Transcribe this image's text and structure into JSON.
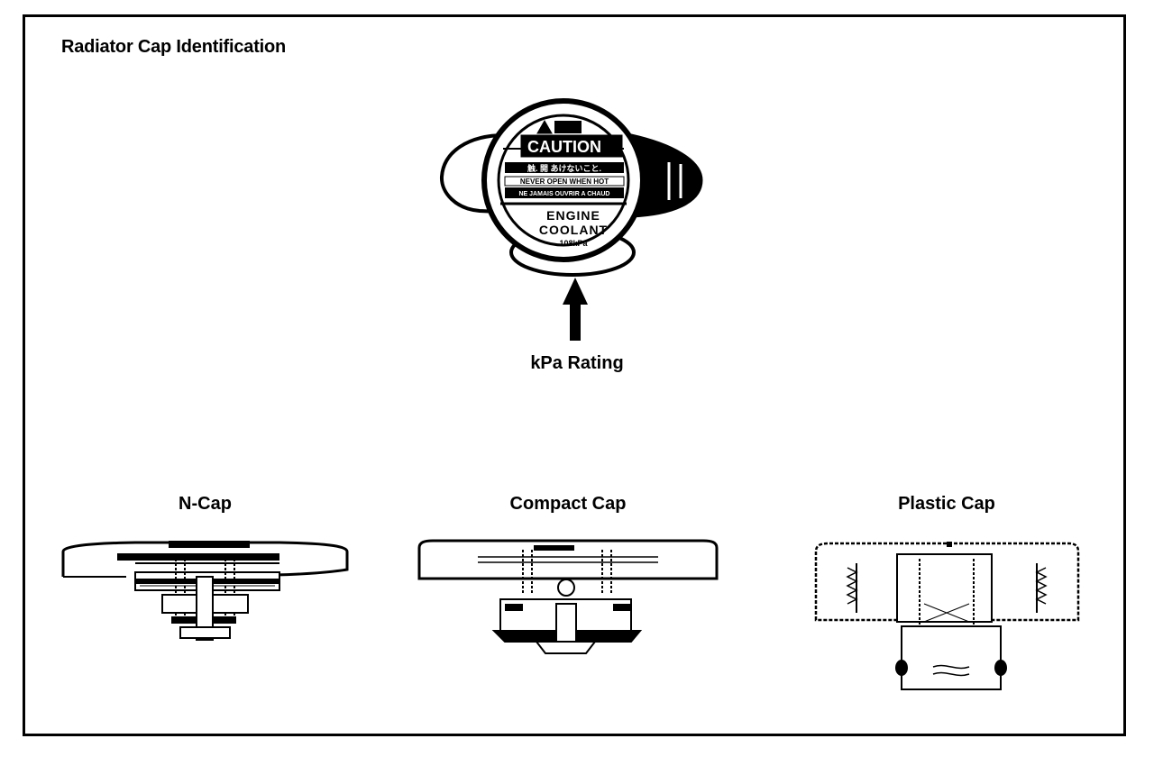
{
  "title": "Radiator Cap Identification",
  "callout": {
    "label": "kPa Rating"
  },
  "cap_face": {
    "caution": "CAUTION",
    "line1": "触. 開 あけないこと.",
    "line2": "NEVER OPEN WHEN HOT",
    "line3": "NE JAMAIS OUVRIR A CHAUD",
    "engine": "ENGINE",
    "coolant": "COOLANT",
    "rating": "108kPa"
  },
  "caps": [
    {
      "label": "N-Cap"
    },
    {
      "label": "Compact Cap"
    },
    {
      "label": "Plastic Cap"
    }
  ]
}
